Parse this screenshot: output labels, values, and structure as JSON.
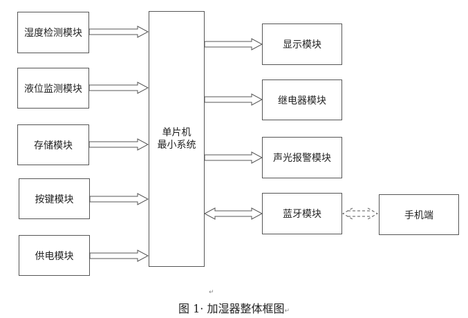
{
  "figure": {
    "inputs": [
      {
        "label": "湿度检测模块"
      },
      {
        "label": "液位监测模块"
      },
      {
        "label": "存储模块"
      },
      {
        "label": "按键模块"
      },
      {
        "label": "供电模块"
      }
    ],
    "controller": {
      "line1": "单片机",
      "line2": "最小系统"
    },
    "outputs": [
      {
        "label": "显示模块",
        "connection": "output"
      },
      {
        "label": "继电器模块",
        "connection": "output"
      },
      {
        "label": "声光报警模块",
        "connection": "output"
      },
      {
        "label": "蓝牙模块",
        "connection": "bidirectional"
      }
    ],
    "external": {
      "label": "手机端",
      "connection": "wireless-bidirectional"
    },
    "caption": "图 1· 加湿器整体框图",
    "paragraph_mark": "↵"
  }
}
